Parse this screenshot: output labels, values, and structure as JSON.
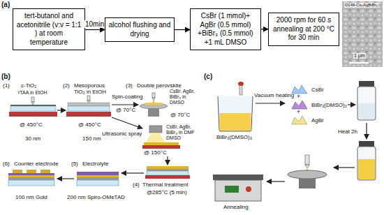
{
  "diagram": {
    "nodes": [
      {
        "text": [
          "tert-butanol and acetonitrile (v:v = 1:1 ) at room temperature"
        ]
      },
      {
        "text": [
          "alcohol flushing and drying"
        ]
      },
      {
        "text": [
          "CsBr (1 mmol)+ AgBr (0.5 mmol) +BiBr₃ (0.5 mmol) +1 mL DMSO"
        ]
      },
      {
        "text": [
          "2000 rpm for 60 s annealing at 200 °C for 30 min"
        ]
      }
    ],
    "edges": [
      {
        "from": 0,
        "to": 1,
        "arrow": "to",
        "label": "10min"
      },
      {
        "from": 1,
        "to": 2,
        "arrow": "to"
      },
      {
        "from": 2,
        "to": 3,
        "arrow": "to"
      }
    ],
    "labels": [
      "(a)",
      "D149-Cs₂AgBiBr₆",
      "1 μm",
      "(b)",
      "(1)",
      "c-TiO₂",
      "rTAA in EtOH",
      "@ 450°C",
      "30 nm",
      "(2)",
      "Mesoporous TiO₂ in EtOH",
      "@ 450°C",
      "150 nm",
      "(3)",
      "Double perovskite",
      "Spin-coating",
      "@ 70°C",
      "CsBr, AgBr, BiBr₃ in DMSO",
      "@ 70°C",
      "Ultrasonic spray",
      "CsBr, AgBr, BiBr₃ in DMF DMSO",
      "@ 150°C",
      "(4)",
      "Thermal treatment",
      "@285°C (5 min)",
      "(5)",
      "Electrolyte",
      "200 nm Spiro-OMeTAD",
      "(6)",
      "Counter electrode",
      "100 nm Gold",
      "(c)",
      "BiBr₃(DMSO)₃",
      "Vacuum heating",
      "CsBr",
      "+",
      "BiBr₃(DMSO)₂",
      "+",
      "AgBr",
      "Heat 2h",
      "Annealing"
    ]
  }
}
